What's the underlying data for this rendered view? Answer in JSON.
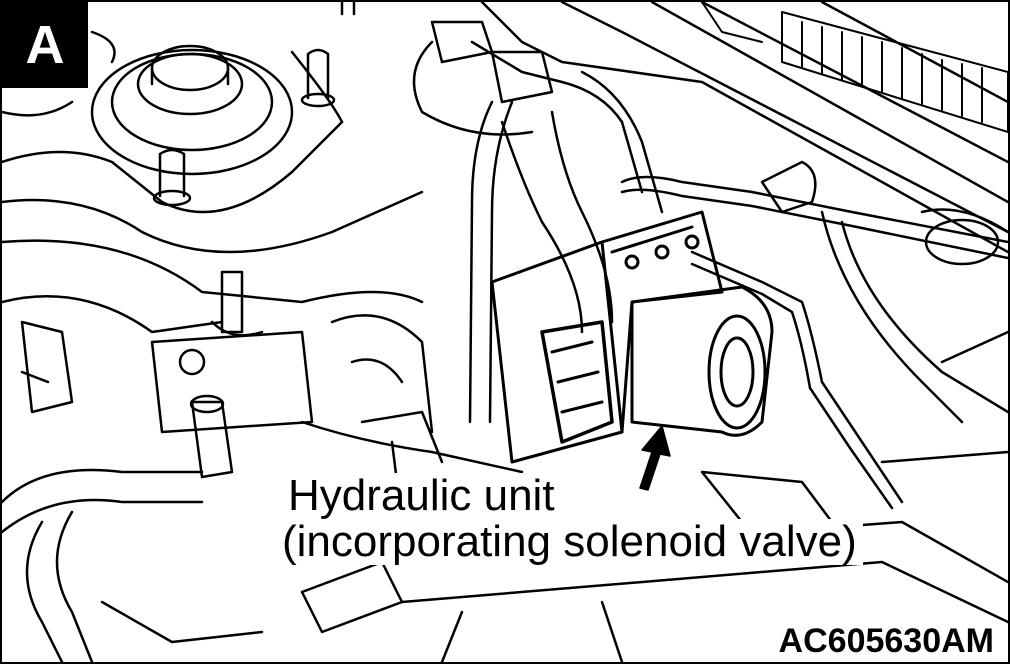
{
  "panel_tag": "A",
  "callout": {
    "line1": "Hydraulic unit",
    "line2": "(incorporating solenoid valve)"
  },
  "figure_id": "AC605630AM",
  "colors": {
    "line": "#000000",
    "background": "#ffffff"
  }
}
